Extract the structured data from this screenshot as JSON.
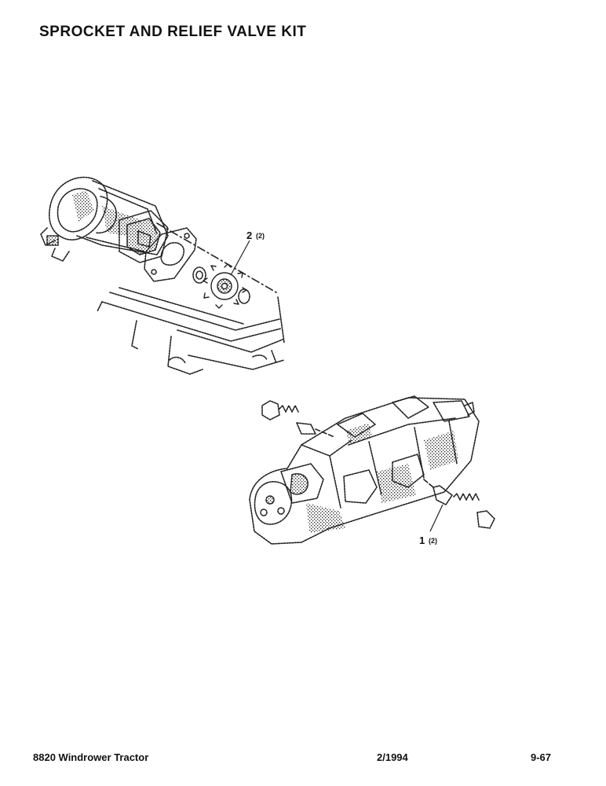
{
  "header": {
    "title": "SPROCKET AND RELIEF VALVE KIT"
  },
  "callouts": [
    {
      "number": "2",
      "qty": "(2)"
    },
    {
      "number": "1",
      "qty": "(2)"
    }
  ],
  "footer": {
    "model": "8820 Windrower Tractor",
    "date": "2/1994",
    "page": "9-67"
  },
  "colors": {
    "ink": "#111111",
    "background": "#ffffff"
  }
}
